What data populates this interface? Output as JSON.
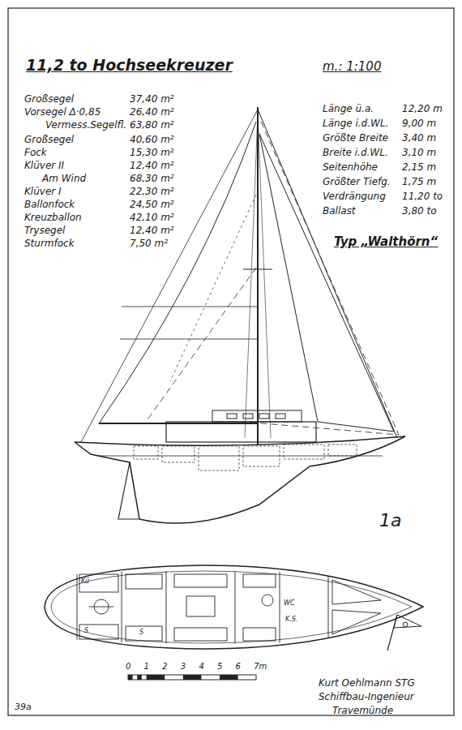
{
  "diagram": {
    "title": "11,2 to Hochseekreuzer",
    "labels": [
      "m.: 1:100",
      "Großsegel",
      "37,40 m²",
      "Vorsegel Δ·0,85",
      "26,40 m²",
      "Vermess.Segelfl.",
      "63,80 m²",
      "Großsegel",
      "40,60 m²",
      "Fock",
      "15,30 m²",
      "Klüver II",
      "12,40 m²",
      "Am Wind",
      "68,30 m²",
      "Klüver I",
      "22,30 m²",
      "Ballonfock",
      "24,50 m²",
      "Kreuzballon",
      "42,10 m²",
      "Trysegel",
      "12,40 m²",
      "Sturmfock",
      "7,50 m²",
      "Länge ü.a.",
      "12,20 m",
      "Länge i.d.WL.",
      "9,00 m",
      "Größte Breite",
      "3,40 m",
      "Breite i.d.WL.",
      "3,10 m",
      "Seitenhöhe",
      "2,15 m",
      "Größter Tiefg.",
      "1,75 m",
      "Verdrängung",
      "11,20 to",
      "Ballast",
      "3,80 to",
      "Typ „Walthörn“",
      "1a",
      "Kü",
      "S",
      "S",
      "WC",
      "K.S.",
      "0",
      "1",
      "2",
      "3",
      "4",
      "5",
      "6",
      "7m",
      "Kurt Oehlmann STG",
      "Schiffbau-Ingenieur",
      "Travemünde",
      "39a"
    ]
  }
}
